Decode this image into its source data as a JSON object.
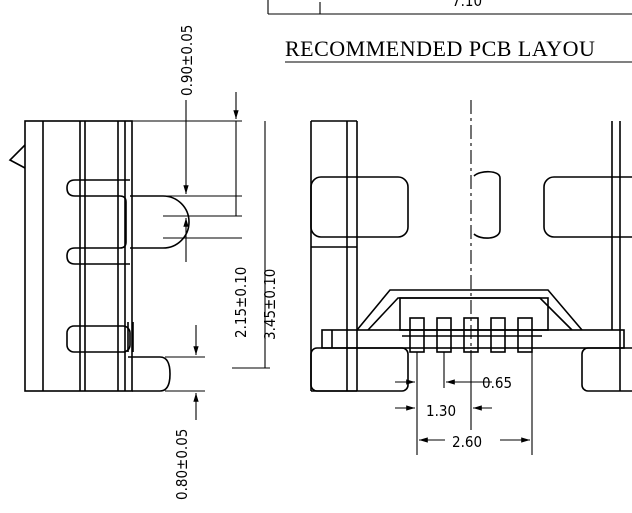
{
  "title": "RECOMMENDED PCB LAYOU",
  "top_dimension": "7.10",
  "dimensions": {
    "d_090": "0.90±0.05",
    "d_215": "2.15±0.10",
    "d_345": "3.45±0.10",
    "d_080": "0.80±0.05",
    "d_065": "0.65",
    "d_130": "1.30",
    "d_260": "2.60"
  }
}
